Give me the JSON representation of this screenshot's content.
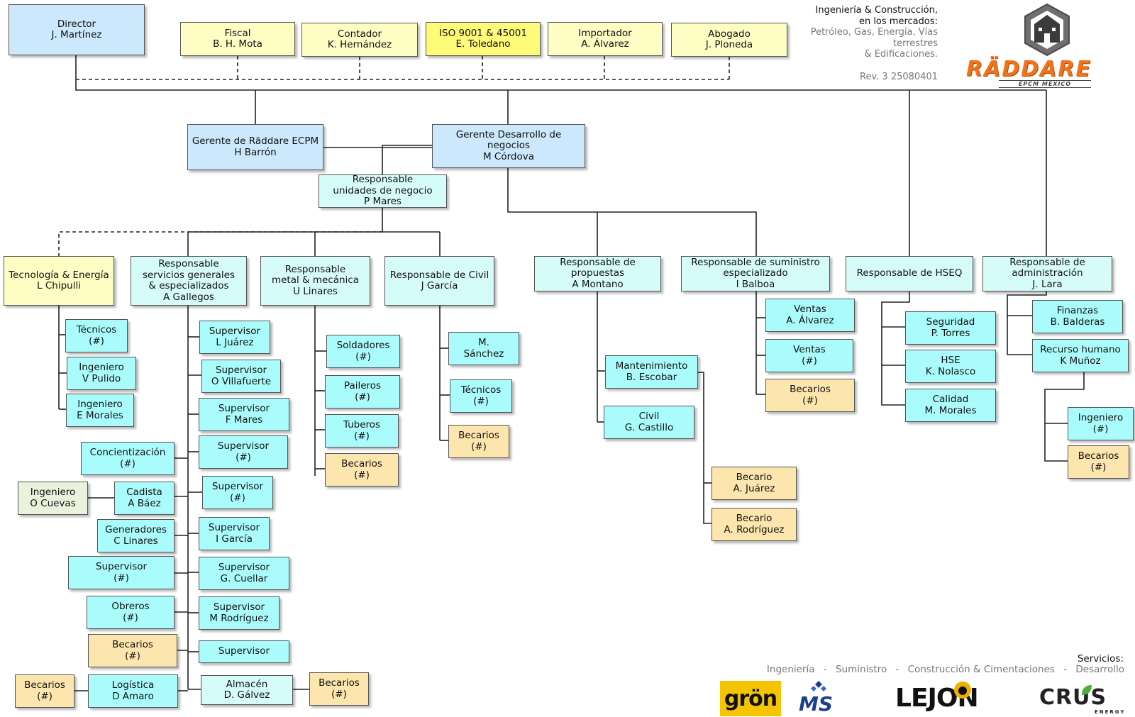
{
  "header": {
    "company_lines": [
      "Ingeniería & Construcción,",
      "en los mercados:"
    ],
    "market_lines": [
      "Petróleo, Gas, Energía, Vías",
      "terrestres",
      "& Edificaciones."
    ],
    "revision": "Rev. 3 25080401",
    "brand": "RÄDDARE",
    "brand_tagline": "EPCM MEXICO",
    "logo_icon": "house-hexagon-icon"
  },
  "nodes": {
    "director": [
      "Director",
      "J. Martínez"
    ],
    "fiscal": [
      "Fiscal",
      "B. H. Mota"
    ],
    "contador": [
      "Contador",
      "K. Hernández"
    ],
    "iso": [
      "ISO 9001 & 45001",
      "E. Toledano"
    ],
    "importador": [
      "Importador",
      "A. Álvarez"
    ],
    "abogado": [
      "Abogado",
      "J. Ploneda"
    ],
    "gerente_raddare": [
      "Gerente de Räddare ECPM",
      "H Barrón"
    ],
    "gerente_desarrollo": [
      "Gerente Desarrollo de",
      "negocios",
      "M Córdova"
    ],
    "resp_unidades": [
      "Responsable",
      "unidades de negocio",
      "P Mares"
    ],
    "tecnologia": [
      "Tecnología & Energía",
      "L Chipulli"
    ],
    "resp_servicios": [
      "Responsable",
      "servicios generales",
      "& especializados",
      "A Gallegos"
    ],
    "resp_metal": [
      "Responsable",
      "metal & mecánica",
      "U Linares"
    ],
    "resp_civil": [
      "Responsable de Civil",
      "J García"
    ],
    "resp_propuestas": [
      "Responsable de",
      "propuestas",
      "A Montano"
    ],
    "resp_suministro": [
      "Responsable de suministro",
      "especializado",
      "I Balboa"
    ],
    "resp_hseq": [
      "Responsable de HSEQ"
    ],
    "resp_admin": [
      "Responsable de",
      "administración",
      "J. Lara"
    ],
    "tecnicos_te": [
      "Técnicos",
      "(#)"
    ],
    "ing_pulido": [
      "Ingeniero",
      "V Pulido"
    ],
    "ing_morales_te": [
      "Ingeniero",
      "E Morales"
    ],
    "sup_juarez": [
      "Supervisor",
      "L Juárez"
    ],
    "sup_villafuerte": [
      "Supervisor",
      "O Villafuerte"
    ],
    "sup_mares": [
      "Supervisor",
      "F Mares"
    ],
    "sup_n1": [
      "Supervisor",
      "(#)"
    ],
    "sup_n2": [
      "Supervisor",
      "(#)"
    ],
    "sup_igarcia": [
      "Supervisor",
      "I García"
    ],
    "sup_cuellar": [
      "Supervisor",
      "G. Cuellar"
    ],
    "sup_rodriguez": [
      "Supervisor",
      "M Rodríguez"
    ],
    "sup_plain": [
      "Supervisor"
    ],
    "almacen": [
      "Almacén",
      "D. Gálvez"
    ],
    "becarios_almacen": [
      "Becarios",
      "(#)"
    ],
    "concientizacion": [
      "Concientización",
      "(#)"
    ],
    "cadista": [
      "Cadista",
      "A Báez"
    ],
    "ing_cuevas": [
      "Ingeniero",
      "O Cuevas"
    ],
    "generadores": [
      "Generadores",
      "C Linares"
    ],
    "sup_left": [
      "Supervisor",
      "(#)"
    ],
    "obreros": [
      "Obreros",
      "(#)"
    ],
    "becarios_left": [
      "Becarios",
      "(#)"
    ],
    "logistica": [
      "Logística",
      "D Amaro"
    ],
    "becarios_logistica": [
      "Becarios",
      "(#)"
    ],
    "soldadores": [
      "Soldadores",
      "(#)"
    ],
    "paileros": [
      "Paileros",
      "(#)"
    ],
    "tuberos": [
      "Tuberos",
      "(#)"
    ],
    "becarios_metal": [
      "Becarios",
      "(#)"
    ],
    "m_sanchez": [
      "M.",
      "Sánchez"
    ],
    "tecnicos_civil": [
      "Técnicos",
      "(#)"
    ],
    "becarios_civil": [
      "Becarios",
      "(#)"
    ],
    "mantenimiento": [
      "Mantenimiento",
      "B. Escobar"
    ],
    "civil_castillo": [
      "Civil",
      "G. Castillo"
    ],
    "becario_juarez": [
      "Becario",
      "A. Juárez"
    ],
    "becario_rodriguez": [
      "Becario",
      "A. Rodríguez"
    ],
    "ventas_alvarez": [
      "Ventas",
      "A. Álvarez"
    ],
    "ventas_n": [
      "Ventas",
      "(#)"
    ],
    "becarios_suministro": [
      "Becarios",
      "(#)"
    ],
    "seguridad": [
      "Seguridad",
      "P. Torres"
    ],
    "hse": [
      "HSE",
      "K. Nolasco"
    ],
    "calidad": [
      "Calidad",
      "M. Morales"
    ],
    "finanzas": [
      "Finanzas",
      "B. Balderas"
    ],
    "recurso_humano": [
      "Recurso humano",
      "K Muñoz"
    ],
    "ing_admin": [
      "Ingeniero",
      "(#)"
    ],
    "becarios_admin": [
      "Becarios",
      "(#)"
    ]
  },
  "footer": {
    "services_title": "Servicios:",
    "services": [
      "Ingeniería",
      "Suministro",
      "Construcción & Cimentaciones",
      "Desarrollo"
    ],
    "separator": "-",
    "logos": [
      "grön",
      "MS",
      "LEJON",
      "CRUS"
    ],
    "logo_subtitles": [
      "ENERGY"
    ]
  },
  "colors": {
    "blue": "#cce8fc",
    "cyan": "#aafcfc",
    "cream": "#fefdc4",
    "yellow": "#fdfb77",
    "peach": "#fde6ad",
    "brand_orange": "#f0731c"
  }
}
